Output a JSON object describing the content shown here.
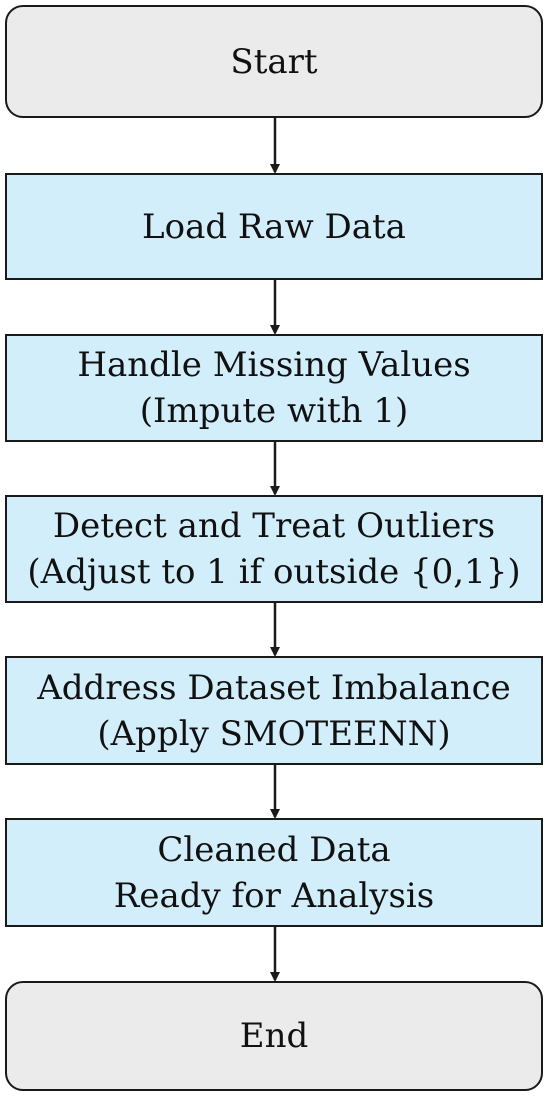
{
  "flowchart": {
    "start": {
      "line1": "Start"
    },
    "step1": {
      "line1": "Load Raw Data"
    },
    "step2": {
      "line1": "Handle Missing Values",
      "line2": "(Impute with 1)"
    },
    "step3": {
      "line1": "Detect and Treat Outliers",
      "line2": "(Adjust to 1 if outside {0,1})"
    },
    "step4": {
      "line1": "Address Dataset Imbalance",
      "line2": "(Apply SMOTEENN)"
    },
    "step5": {
      "line1": "Cleaned Data",
      "line2": "Ready for Analysis"
    },
    "end": {
      "line1": "End"
    }
  },
  "colors": {
    "terminal_fill": "#ebebeb",
    "process_fill": "#d2eefa",
    "stroke": "#1a1a1a"
  }
}
